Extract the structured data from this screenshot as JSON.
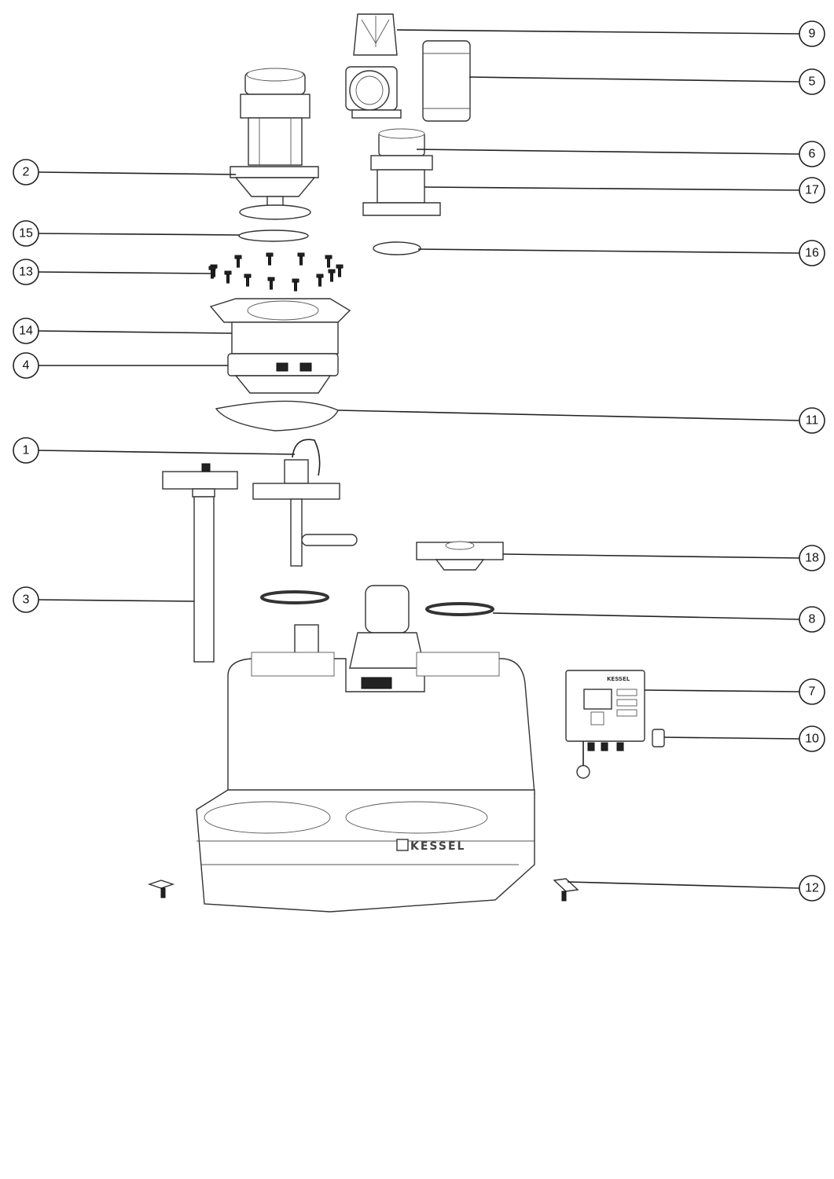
{
  "diagram": {
    "brand_logo": "KESSEL",
    "callouts": [
      {
        "label": "9"
      },
      {
        "label": "5"
      },
      {
        "label": "6"
      },
      {
        "label": "17"
      },
      {
        "label": "16"
      },
      {
        "label": "2"
      },
      {
        "label": "15"
      },
      {
        "label": "13"
      },
      {
        "label": "14"
      },
      {
        "label": "4"
      },
      {
        "label": "11"
      },
      {
        "label": "1"
      },
      {
        "label": "18"
      },
      {
        "label": "3"
      },
      {
        "label": "8"
      },
      {
        "label": "7"
      },
      {
        "label": "10"
      },
      {
        "label": "12"
      }
    ]
  }
}
